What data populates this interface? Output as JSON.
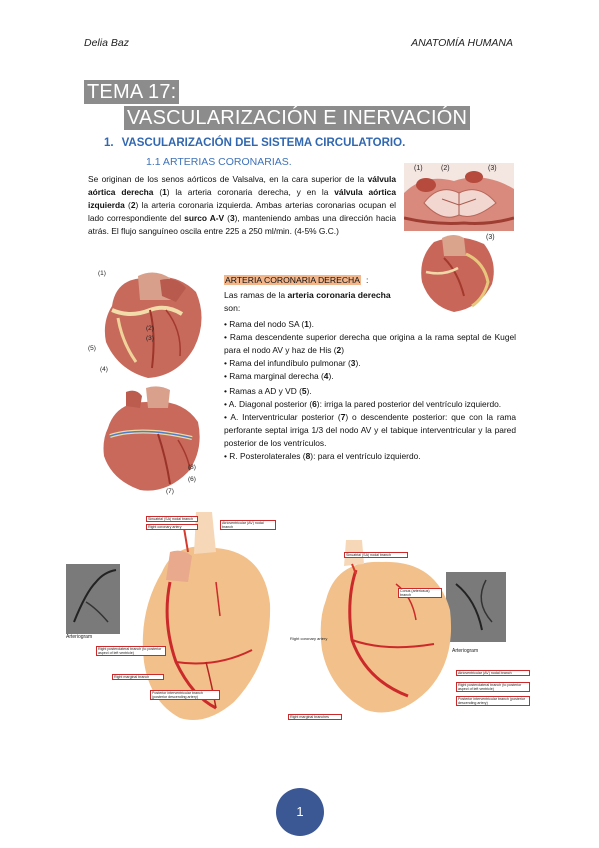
{
  "header": {
    "author": "Delia Baz",
    "subject": "ANATOMÍA HUMANA"
  },
  "title": {
    "line1": "TEMA 17:",
    "line2": "VASCULARIZACIÓN E INERVACIÓN"
  },
  "section": {
    "number": "1.",
    "title": "VASCULARIZACIÓN DEL SISTEMA CIRCULATORIO."
  },
  "subsection": {
    "title": "1.1 ARTERIAS CORONARIAS."
  },
  "intro": {
    "t1": "Se originan de los senos aórticos de Valsalva, en la cara superior de la ",
    "b1": "válvula aórtica derecha",
    "t2": " (",
    "n1": "1",
    "t3": ") la arteria coronaria derecha, y en la ",
    "b2": "válvula aórtica izquierda",
    "t4": " (",
    "n2": "2",
    "t5": ") la arteria coronaria izquierda. Ambas arterias coronarias ocupan el lado correspondiente del ",
    "b3": "surco A-V",
    "t6": " (",
    "n3": "3",
    "t7": "), manteniendo ambas una dirección hacia atrás. El flujo sanguíneo oscila entre 225 a 250 ml/min. (4-5% G.C.)"
  },
  "rca": {
    "title": "ARTERIA CORONARIA DERECHA",
    "colon": ":",
    "sub_t1": "Las ramas de la ",
    "sub_b1": "arteria coronaria derecha",
    "sub_t2": " son:",
    "items": [
      {
        "pre": "• Rama del nodo SA (",
        "num": "1",
        "post": ")."
      },
      {
        "pre": "• Rama descendente superior derecha que origina a la rama septal de Kugel para el nodo AV y haz de His (",
        "num": "2",
        "post": ")"
      },
      {
        "pre": "• Rama del infundíbulo pulmonar (",
        "num": "3",
        "post": ")."
      },
      {
        "pre": "• Rama marginal derecha (",
        "num": "4",
        "post": ")."
      },
      {
        "pre": "• Ramas a AD y VD (",
        "num": "5",
        "post": ")."
      },
      {
        "pre": "• A. Diagonal posterior (",
        "num": "6",
        "post": "): irriga la pared posterior del ventrículo izquierdo."
      },
      {
        "pre": "• A. Interventricular posterior (",
        "num": "7",
        "post": ") o descendente posterior: que con la rama perforante septal irriga 1/3 del nodo AV y el tabique interventricular y la pared posterior de los ventrículos."
      },
      {
        "pre": "• R. Posterolaterales (",
        "num": "8",
        "post": "): para el ventrículo izquierdo."
      }
    ]
  },
  "figure_labels": {
    "valve": [
      "(1)",
      "(2)",
      "(3)"
    ],
    "heart_small": [
      "(3)"
    ],
    "heart_front": [
      "(1)",
      "(2)",
      "(3)",
      "(5)",
      "(4)"
    ],
    "heart_back": [
      "(8)",
      "(6)",
      "(7)"
    ]
  },
  "plate_left": {
    "labels": [
      "Sinuatrial (SA) nodal branch",
      "Right coronary artery",
      "Atrioventricular (AV) nodal branch",
      "Right posterolateral branch (to posterior aspect of left ventricle)",
      "Right marginal branch",
      "Posterior interventricular branch (posterior descending artery)"
    ],
    "arteriogram": "Arteriogram"
  },
  "plate_right": {
    "labels": [
      "Sinuatrial (SA) nodal branch",
      "Conus (arteriosus) branch",
      "Right coronary artery",
      "Atrioventricular (AV) nodal branch",
      "Right posterolateral branch (to posterior aspect of left ventricle)",
      "Posterior interventricular branch (posterior descending artery)",
      "Right marginal branches"
    ],
    "arteriogram": "Arteriogram"
  },
  "page_number": "1",
  "colors": {
    "title_bg": "#8c8c8c",
    "heading_blue": "#3167b0",
    "highlight": "#f3b58a",
    "page_badge": "#3b5894",
    "label_border": "#cc2a2a"
  }
}
